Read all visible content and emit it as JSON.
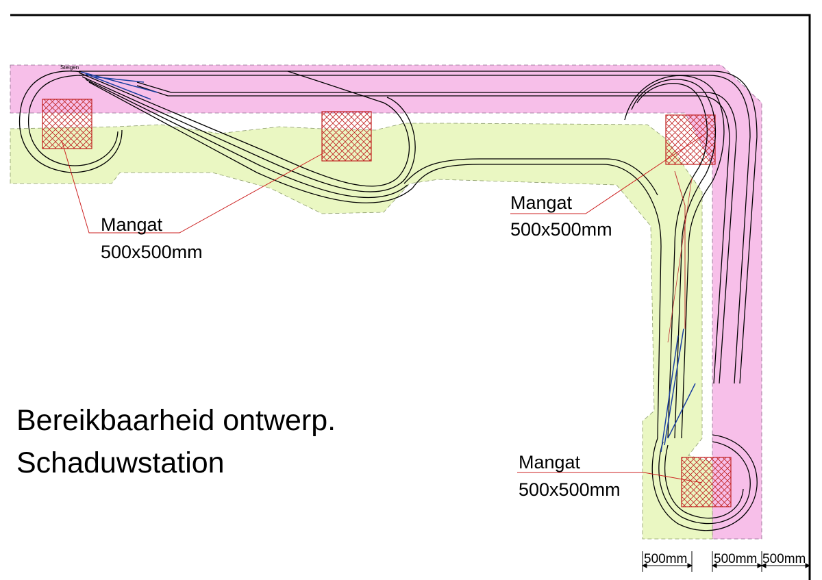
{
  "title": {
    "line1": "Bereikbaarheid ontwerp.",
    "line2": "Schaduwstation"
  },
  "station_label": "Steigen",
  "callouts": [
    {
      "label": "Mangat",
      "size": "500x500mm"
    },
    {
      "label": "Mangat",
      "size": "500x500mm"
    },
    {
      "label": "Mangat",
      "size": "500x500mm"
    }
  ],
  "dimensions": [
    "500mm",
    "500mm",
    "500mm"
  ],
  "colors": {
    "upper_level": "#f7bfe9",
    "lower_level": "#eaf7c2",
    "hatch": "#c02020",
    "track": "#000000",
    "leader": "#cc2020",
    "turnouts": "#1a3fa0"
  }
}
